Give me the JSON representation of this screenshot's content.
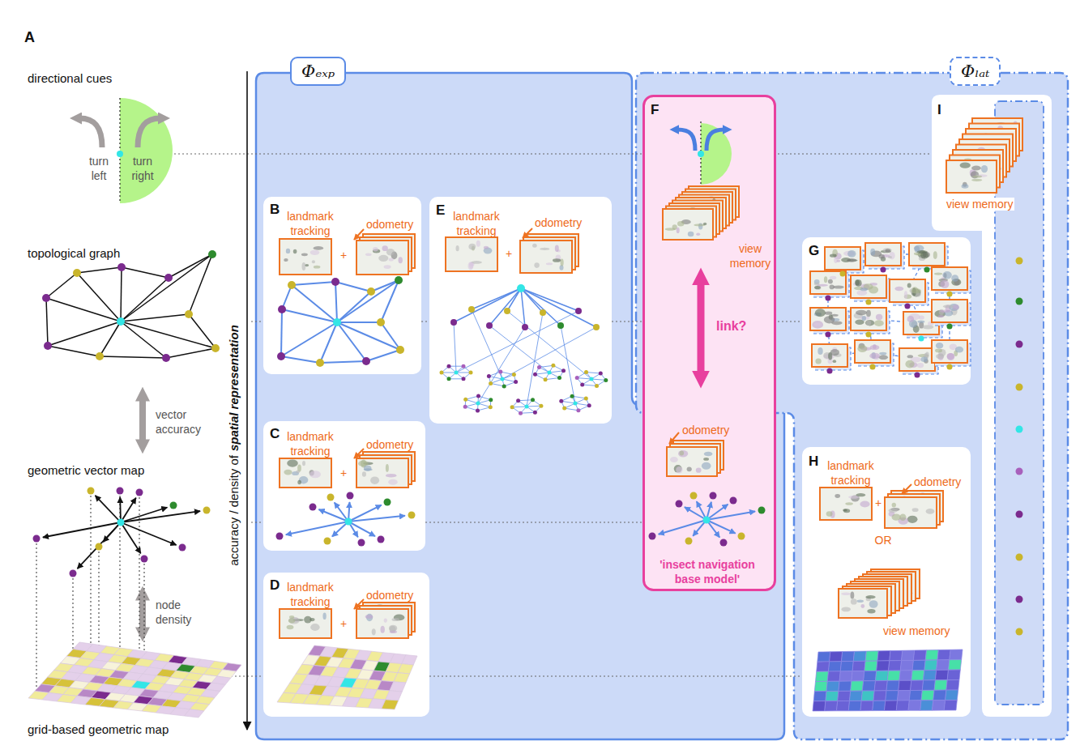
{
  "diagram": {
    "nodes": [
      {
        "text": [
          "Φₑₓₚ"
        ]
      },
      {
        "text": [
          "B",
          "landmark tracking",
          "+",
          "odometry"
        ],
        "in": 0
      },
      {
        "text": [
          "C",
          "landmark tracking",
          "+",
          "odometry"
        ],
        "in": 0
      },
      {
        "text": [
          "D",
          "landmark tracking",
          "+",
          "odometry"
        ],
        "in": 0
      },
      {
        "text": [
          "E",
          "landmark tracking",
          "+",
          "odometry"
        ],
        "in": 0
      },
      {
        "text": [
          "F",
          "view memory",
          "link?",
          "odometry",
          "'insect navigation base model'"
        ]
      },
      {
        "text": [
          "Φₗₐₜ"
        ]
      },
      {
        "text": [
          "G"
        ],
        "in": 6
      },
      {
        "text": [
          "H",
          "landmark tracking",
          "+",
          "odometry",
          "OR",
          "view memory"
        ],
        "in": 6
      },
      {
        "text": [
          "I",
          "view memory"
        ],
        "in": 6
      }
    ],
    "labels": [
      "A",
      "directional cues",
      "turn left",
      "turn right",
      "topological graph",
      "vector accuracy",
      "geometric vector map",
      "node density",
      "grid-based geometric map",
      "accuracy / density of",
      "spatial representation"
    ]
  }
}
